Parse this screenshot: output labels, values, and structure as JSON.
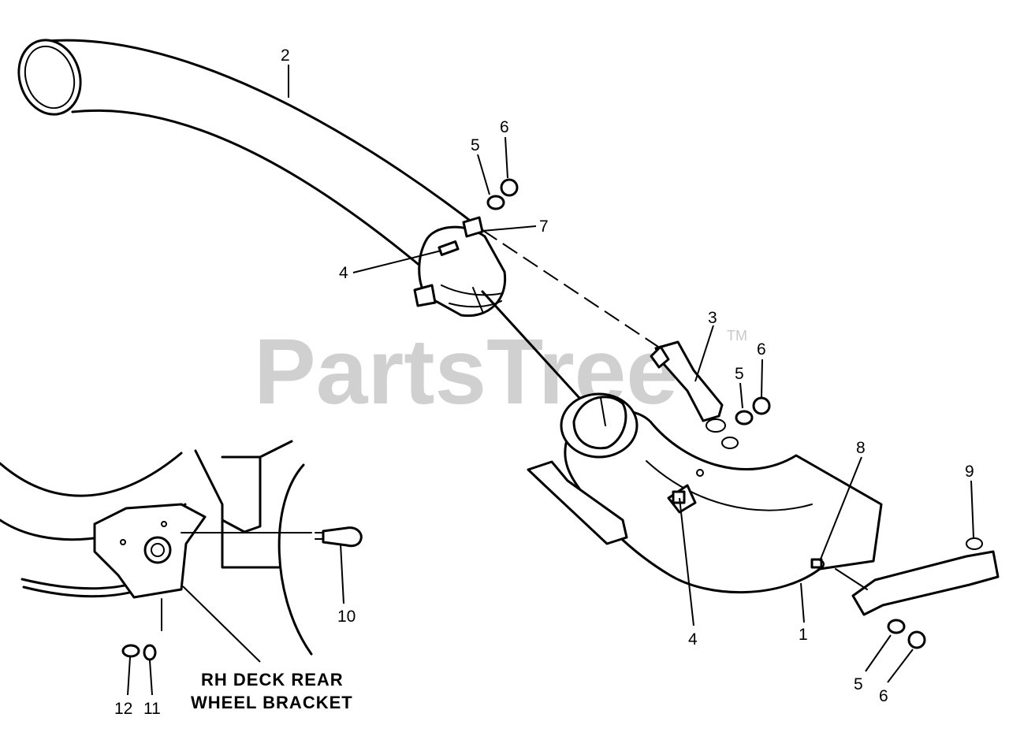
{
  "watermark": {
    "brand": "PartsTree",
    "trademark": "TM"
  },
  "callouts": [
    "1",
    "2",
    "3",
    "4",
    "5",
    "6",
    "7",
    "8",
    "9",
    "10",
    "11",
    "12"
  ],
  "labels": {
    "line1": "RH DECK REAR",
    "line2": "WHEEL BRACKET"
  }
}
